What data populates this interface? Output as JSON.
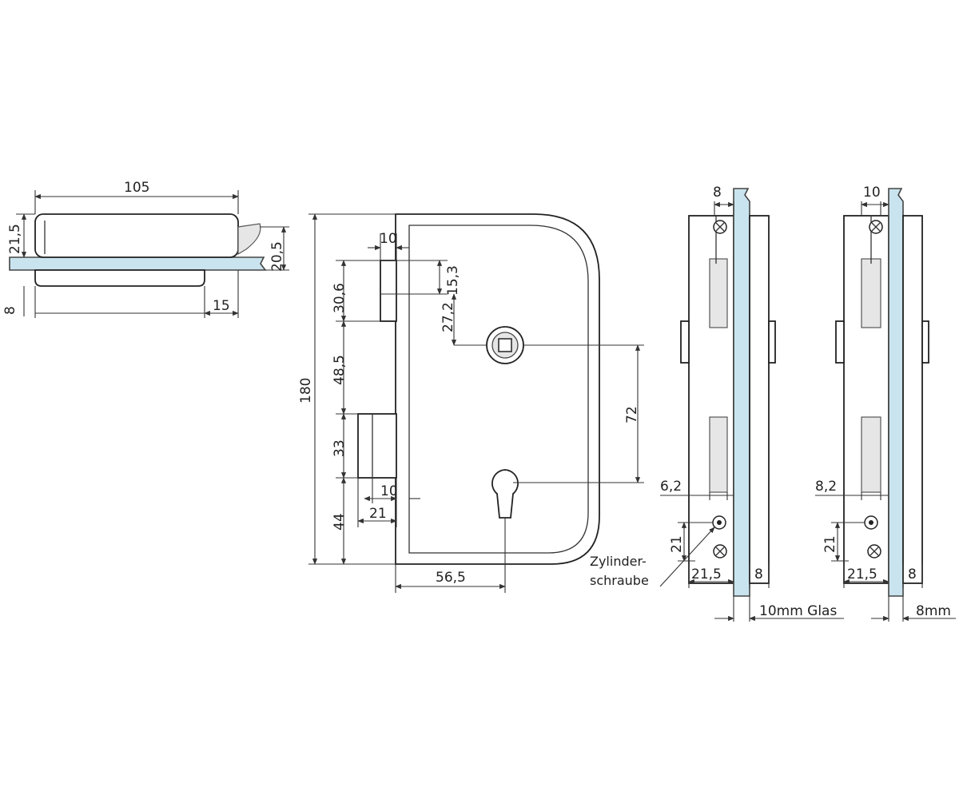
{
  "views": {
    "top": {
      "width_label": "105",
      "height_label": "21,5",
      "handle_label": "20,5",
      "glass_label": "8",
      "offset_label": "15"
    },
    "front": {
      "height_label": "180",
      "d_10_top": "10",
      "d_15_3": "15,3",
      "d_30_6": "30,6",
      "d_27_2": "27,2",
      "d_48_5": "48,5",
      "d_72": "72",
      "d_33": "33",
      "d_10_bottom": "10",
      "d_21": "21",
      "d_44": "44",
      "d_56_5": "56,5"
    },
    "side_10mm": {
      "top_label": "8",
      "offset_label": "6,2",
      "vertical_label": "21",
      "width_label": "21,5",
      "right_label": "8",
      "glass_label": "10mm Glas",
      "screw_label_line1": "Zylinder-",
      "screw_label_line2": "schraube"
    },
    "side_8mm": {
      "top_label": "10",
      "offset_label": "8,2",
      "vertical_label": "21",
      "width_label": "21,5",
      "right_label": "8",
      "glass_label": "8mm"
    }
  }
}
